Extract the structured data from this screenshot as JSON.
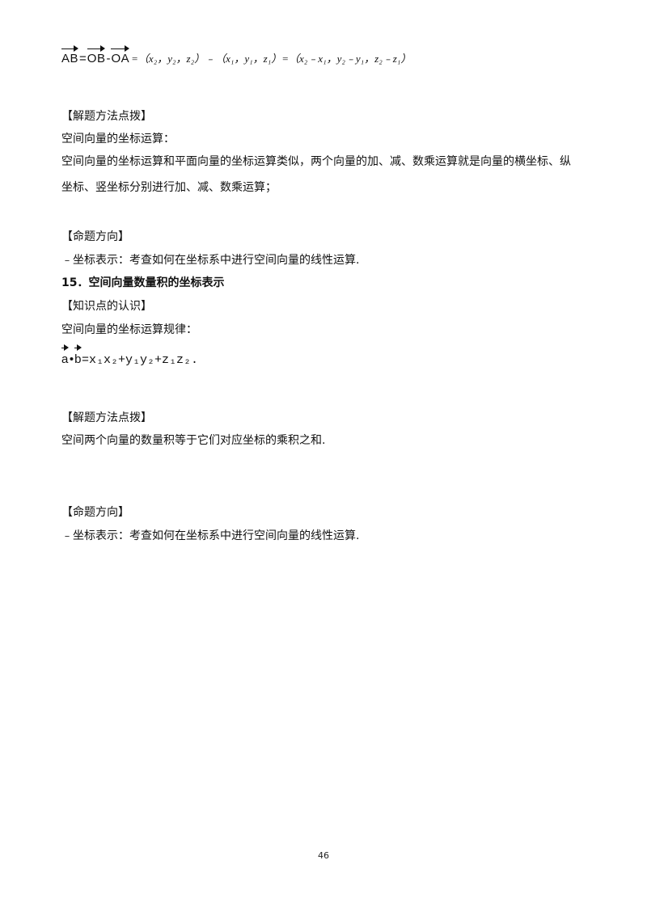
{
  "formula1": {
    "vec_ab": "AB",
    "eq1": "=",
    "vec_ob": "OB",
    "minus": "-",
    "vec_oa": "OA",
    "tuple_text": "=（x₂，y₂，z₂）﹣（x₁，y₁，z₁）=（x₂﹣x₁，y₂﹣y₁，z₂﹣z₁）"
  },
  "section_a": {
    "method_heading": "【解题方法点拨】",
    "sub_title": "空间向量的坐标运算：",
    "para_line1": "空间向量的坐标运算和平面向量的坐标运算类似，两个向量的加、减、数乘运算就是向量的横坐标、纵",
    "para_line2": "坐标、竖坐标分别进行加、减、数乘运算；",
    "direction_heading": "【命题方向】",
    "direction_text": "﹣坐标表示：考查如何在坐标系中进行空间向量的线性运算."
  },
  "section_15": {
    "title": "15．空间向量数量积的坐标表示",
    "knowledge_heading": "【知识点的认识】",
    "rule_title": "空间向量的坐标运算规律：",
    "formula2": {
      "vec_a": "a",
      "dot": "•",
      "vec_b": "b",
      "rhs": "=x₁x₂+y₁y₂+z₁z₂."
    },
    "method_heading": "【解题方法点拨】",
    "method_text": "空间两个向量的数量积等于它们对应坐标的乘积之和.",
    "direction_heading": "【命题方向】",
    "direction_text": "﹣坐标表示：考查如何在坐标系中进行空间向量的线性运算."
  },
  "page_number": "46"
}
